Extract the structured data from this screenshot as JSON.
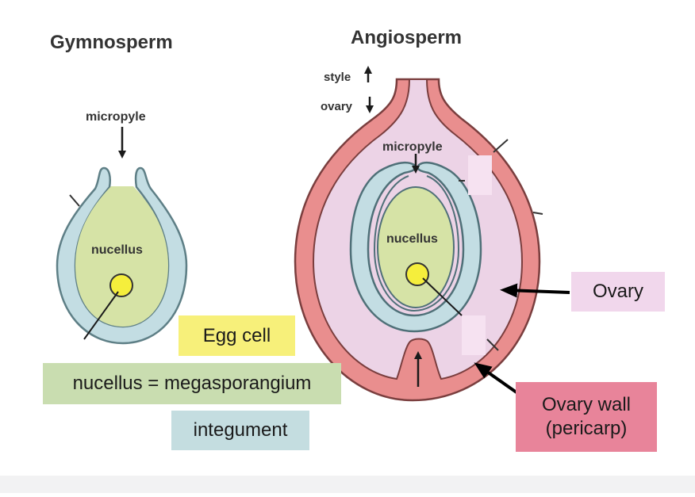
{
  "headings": {
    "gymnosperm": "Gymnosperm",
    "angiosperm": "Angiosperm"
  },
  "gymnosperm": {
    "micropyle": "micropyle",
    "nucellus": "nucellus"
  },
  "angiosperm": {
    "style": "style",
    "ovary": "ovary",
    "micropyle": "micropyle",
    "nucellus": "nucellus"
  },
  "legend": {
    "egg_cell": "Egg cell",
    "nucellus_def": "nucellus = megasporangium",
    "integument": "integument",
    "ovary": "Ovary",
    "ovary_wall_line1": "Ovary wall",
    "ovary_wall_line2": "(pericarp)"
  },
  "colors": {
    "nucellus": "#d6e3a6",
    "integument": "#c3dde3",
    "ovary_wall": "#e98e8e",
    "ovary_cavity": "#ecd3e6",
    "egg_cell": "#f5ee3c"
  }
}
